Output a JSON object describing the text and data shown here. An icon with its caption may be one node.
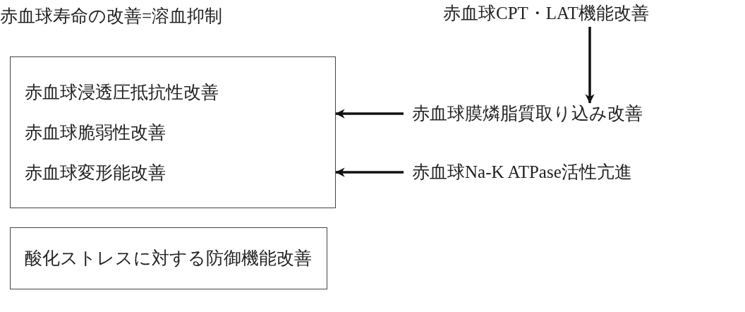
{
  "diagram": {
    "title": "赤血球寿命の改善=溶血抑制",
    "nodes": [
      {
        "text": [
          "赤血球浸透圧抵抗性改善",
          "赤血球脆弱性改善",
          "赤血球変形能改善"
        ]
      },
      {
        "text": [
          "赤血球CPT・LAT機能改善"
        ]
      },
      {
        "text": [
          "赤血球膜燐脂質取り込み改善"
        ]
      },
      {
        "text": [
          "赤血球Na-K ATPase活性亢進"
        ]
      },
      {
        "text": [
          "酸化ストレスに対する防御機能改善"
        ]
      }
    ],
    "edges": [
      {
        "from": 1,
        "to": 2,
        "arrow": "to"
      },
      {
        "from": 2,
        "to": 0,
        "arrow": "to"
      },
      {
        "from": 3,
        "to": 0,
        "arrow": "to"
      }
    ]
  }
}
